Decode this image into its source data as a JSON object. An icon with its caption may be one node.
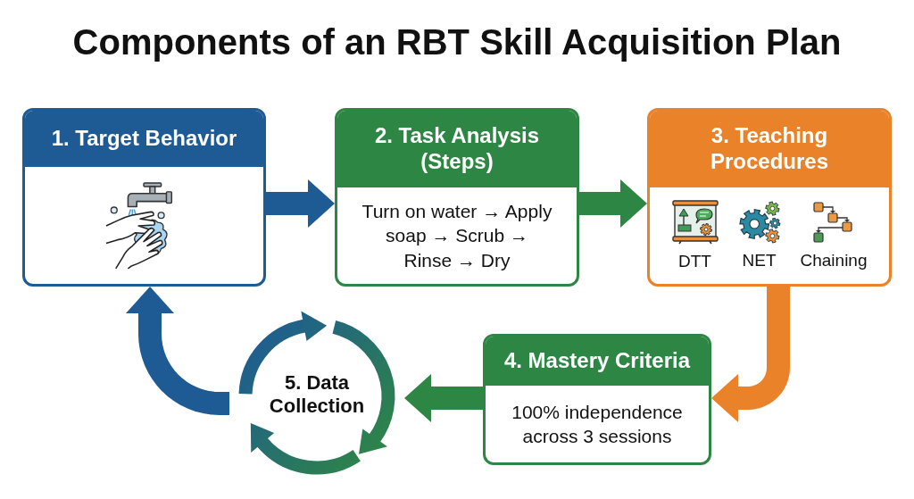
{
  "diagram": {
    "title": "Components of an RBT Skill Acquisition Plan",
    "nodes": [
      {
        "text": [
          "1. Target Behavior"
        ]
      },
      {
        "text": [
          "2. Task Analysis (Steps)",
          "Turn on water → Apply soap → Scrub → Rinse → Dry"
        ]
      },
      {
        "text": [
          "3. Teaching Procedures",
          "DTT",
          "NET",
          "Chaining"
        ]
      },
      {
        "text": [
          "4. Mastery Criteria",
          "100% independence across 3 sessions"
        ]
      },
      {
        "text": [
          "5. Data Collection"
        ]
      }
    ],
    "edges": [
      {
        "from": 0,
        "to": 1,
        "arrow": "to",
        "color": "#1e5b94"
      },
      {
        "from": 1,
        "to": 2,
        "arrow": "to",
        "color": "#2e8644"
      },
      {
        "from": 2,
        "to": 3,
        "arrow": "to",
        "color": "#ea8229"
      },
      {
        "from": 3,
        "to": 4,
        "arrow": "to",
        "color": "#2e8644"
      },
      {
        "from": 4,
        "to": 0,
        "arrow": "to",
        "color": "#1e5b94"
      }
    ]
  }
}
